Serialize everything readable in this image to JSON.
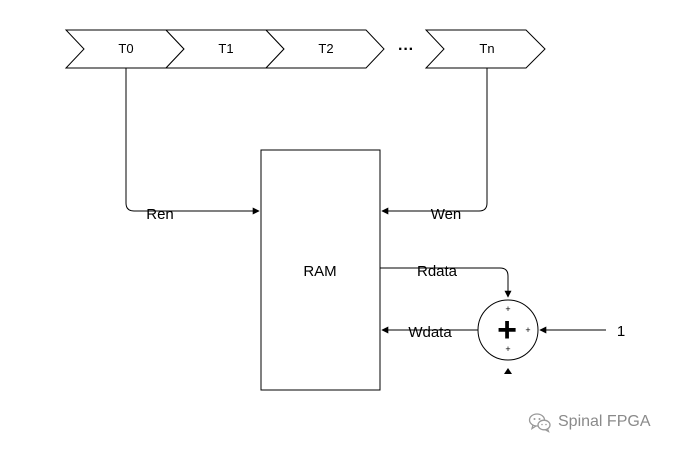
{
  "pipeline": {
    "stages": [
      "T0",
      "T1",
      "T2",
      "Tn"
    ],
    "ellipsis": "···"
  },
  "ram": {
    "label": "RAM"
  },
  "signals": {
    "read_enable": "Ren",
    "write_enable": "Wen",
    "read_data": "Rdata",
    "write_data": "Wdata",
    "constant": "1"
  },
  "adder": {
    "symbol": "+",
    "sign_top": "+",
    "sign_right": "+",
    "sign_bottom": "+"
  },
  "watermark": {
    "text": "Spinal FPGA",
    "icon": "wechat-icon"
  }
}
